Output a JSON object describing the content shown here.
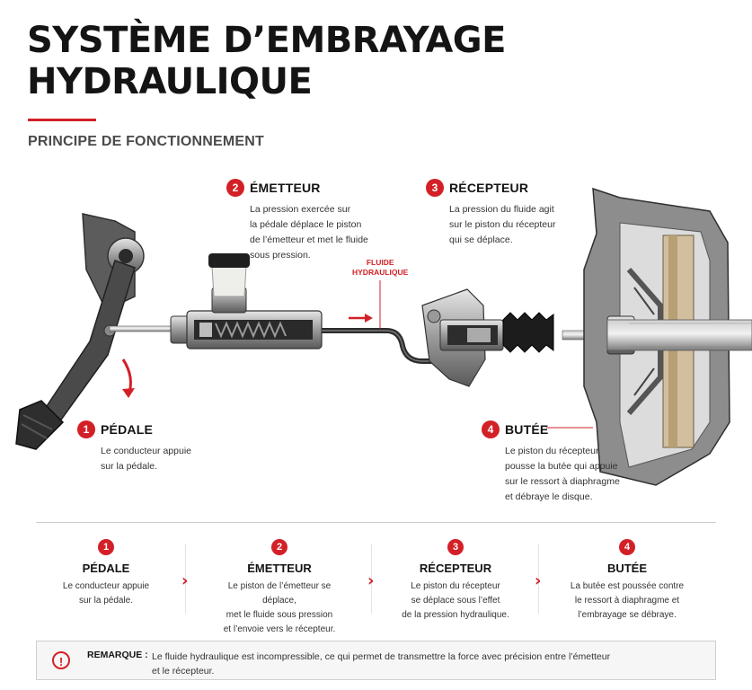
{
  "header": {
    "title_line1": "SYSTÈME D’EMBRAYAGE",
    "title_line2": "HYDRAULIQUE",
    "subtitle": "PRINCIPE DE FONCTIONNEMENT"
  },
  "callouts": [
    {
      "num": "1",
      "title": "PÉDALE",
      "desc": "Le conducteur appuie\nsur la pédale."
    },
    {
      "num": "2",
      "title": "ÉMETTEUR",
      "desc": "La pression exercée sur\nla pédale déplace le piston\nde l’émetteur et met le fluide\nsous pression."
    },
    {
      "num": "3",
      "title": "RÉCEPTEUR",
      "desc": "La pression du fluide agit\nsur le piston du récepteur\nqui se déplace."
    },
    {
      "num": "4",
      "title": "BUTÉE",
      "desc": "Le piston du récepteur\npousse la butée qui appuie\nsur le ressort à diaphragme\net débraye le disque."
    }
  ],
  "fluid_label": "FLUIDE\nHYDRAULIQUE",
  "steps": [
    {
      "num": "1",
      "title": "PÉDALE",
      "desc": "Le conducteur appuie\nsur la pédale."
    },
    {
      "num": "2",
      "title": "ÉMETTEUR",
      "desc": "Le piston de l’émetteur se déplace,\nmet le fluide sous pression\net l’envoie vers le récepteur."
    },
    {
      "num": "3",
      "title": "RÉCEPTEUR",
      "desc": "Le piston du récepteur\nse déplace sous l’effet\nde la pression hydraulique."
    },
    {
      "num": "4",
      "title": "BUTÉE",
      "desc": "La butée est poussée contre\nle ressort à diaphragme et\nl’embrayage se débraye."
    }
  ],
  "chevron": "›",
  "note": {
    "icon": "!",
    "label": "REMARQUE :",
    "text": "Le fluide hydraulique est incompressible, ce qui permet de transmettre la force avec précision entre l’émetteur et le récepteur."
  },
  "colors": {
    "accent": "#d32027",
    "text": "#141414",
    "metal": "#8a8a8a",
    "dark_metal": "#3a3a3a"
  }
}
